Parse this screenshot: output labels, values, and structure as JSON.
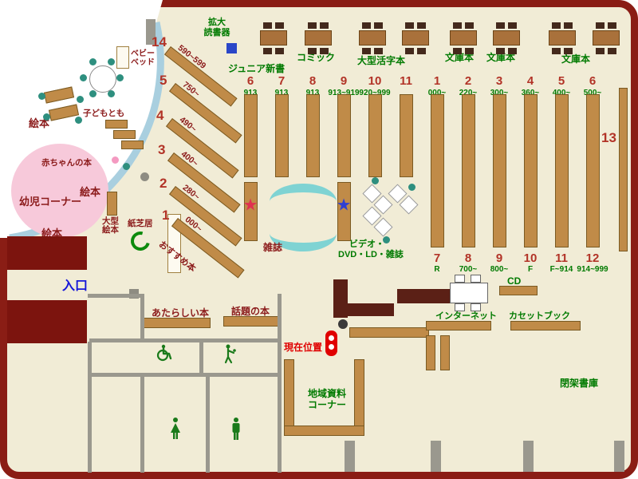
{
  "colors": {
    "frame": "#8a1d15",
    "floor": "#f1ecd6",
    "curved_wall_blue": "#a9cfdf",
    "shelf_brown": "#c08b48",
    "counter_brown": "#5b2016",
    "accent_green": "#007a00",
    "label_dark_red": "#8b1a1a",
    "number_red": "#b23327",
    "entrance_blue": "#1616d8",
    "carpet_pink": "#f7c9da",
    "display_cyan": "#7fd3d3",
    "star_left": "#e03050",
    "star_right": "#3040d0",
    "marker_red": "#e00000"
  },
  "top": {
    "zoom_1": "拡大",
    "zoom_2": "読書器",
    "junior": "ジュニア新書",
    "comic": "コミック",
    "large_print": "大型活字本",
    "bunko_1": "文庫本",
    "bunko_2": "文庫本",
    "bunko_3": "文庫本"
  },
  "children": {
    "baby_bed_1": "ベビー",
    "baby_bed_2": "ベッド",
    "kodomo": "子どもとも",
    "ehon_1": "絵本",
    "ehon_2": "絵本",
    "ehon_3": "絵本",
    "baby_books": "赤ちゃんの本",
    "infant_corner": "幼児コーナー",
    "large_ehon_1": "大型",
    "large_ehon_2": "絵本",
    "kamishibai": "紙芝居",
    "recommended": "おすすめ本"
  },
  "entrance": {
    "label": "入口"
  },
  "diagonal": [
    {
      "no": "14",
      "range": "590~599"
    },
    {
      "no": "5",
      "range": "750~"
    },
    {
      "no": "4",
      "range": "490~"
    },
    {
      "no": "3",
      "range": "400~"
    },
    {
      "no": "2",
      "range": "280~"
    },
    {
      "no": "1",
      "range": "000~"
    }
  ],
  "columns_a": [
    {
      "no": "6",
      "range": "913"
    },
    {
      "no": "7",
      "range": "913"
    },
    {
      "no": "8",
      "range": "913"
    },
    {
      "no": "9",
      "range": "913~919"
    },
    {
      "no": "10",
      "range": "920~999"
    },
    {
      "no": "11",
      "range": ""
    }
  ],
  "columns_b": [
    {
      "no_top": "1",
      "range_top": "000~",
      "no_bottom": "7",
      "range_bottom": "R"
    },
    {
      "no_top": "2",
      "range_top": "220~",
      "no_bottom": "8",
      "range_bottom": "700~"
    },
    {
      "no_top": "3",
      "range_top": "300~",
      "no_bottom": "9",
      "range_bottom": "800~"
    },
    {
      "no_top": "4",
      "range_top": "360~",
      "no_bottom": "10",
      "range_bottom": "F"
    },
    {
      "no_top": "5",
      "range_top": "400~",
      "no_bottom": "11",
      "range_bottom": "F~914"
    },
    {
      "no_top": "6",
      "range_top": "500~",
      "no_bottom": "12",
      "range_bottom": "914~999"
    }
  ],
  "wall_shelf": {
    "no": "13"
  },
  "center": {
    "magazine": "雑誌",
    "video_1": "ビデオ・",
    "video_2": "DVD・LD・雑誌"
  },
  "south": {
    "new_books": "あたらしい本",
    "topic_books": "話題の本",
    "current_location": "現在位置",
    "local_1": "地域資料",
    "local_2": "コーナー",
    "internet": "インターネット",
    "cd": "CD",
    "cassette": "カセットブック",
    "closed_stacks": "閉架書庫"
  }
}
